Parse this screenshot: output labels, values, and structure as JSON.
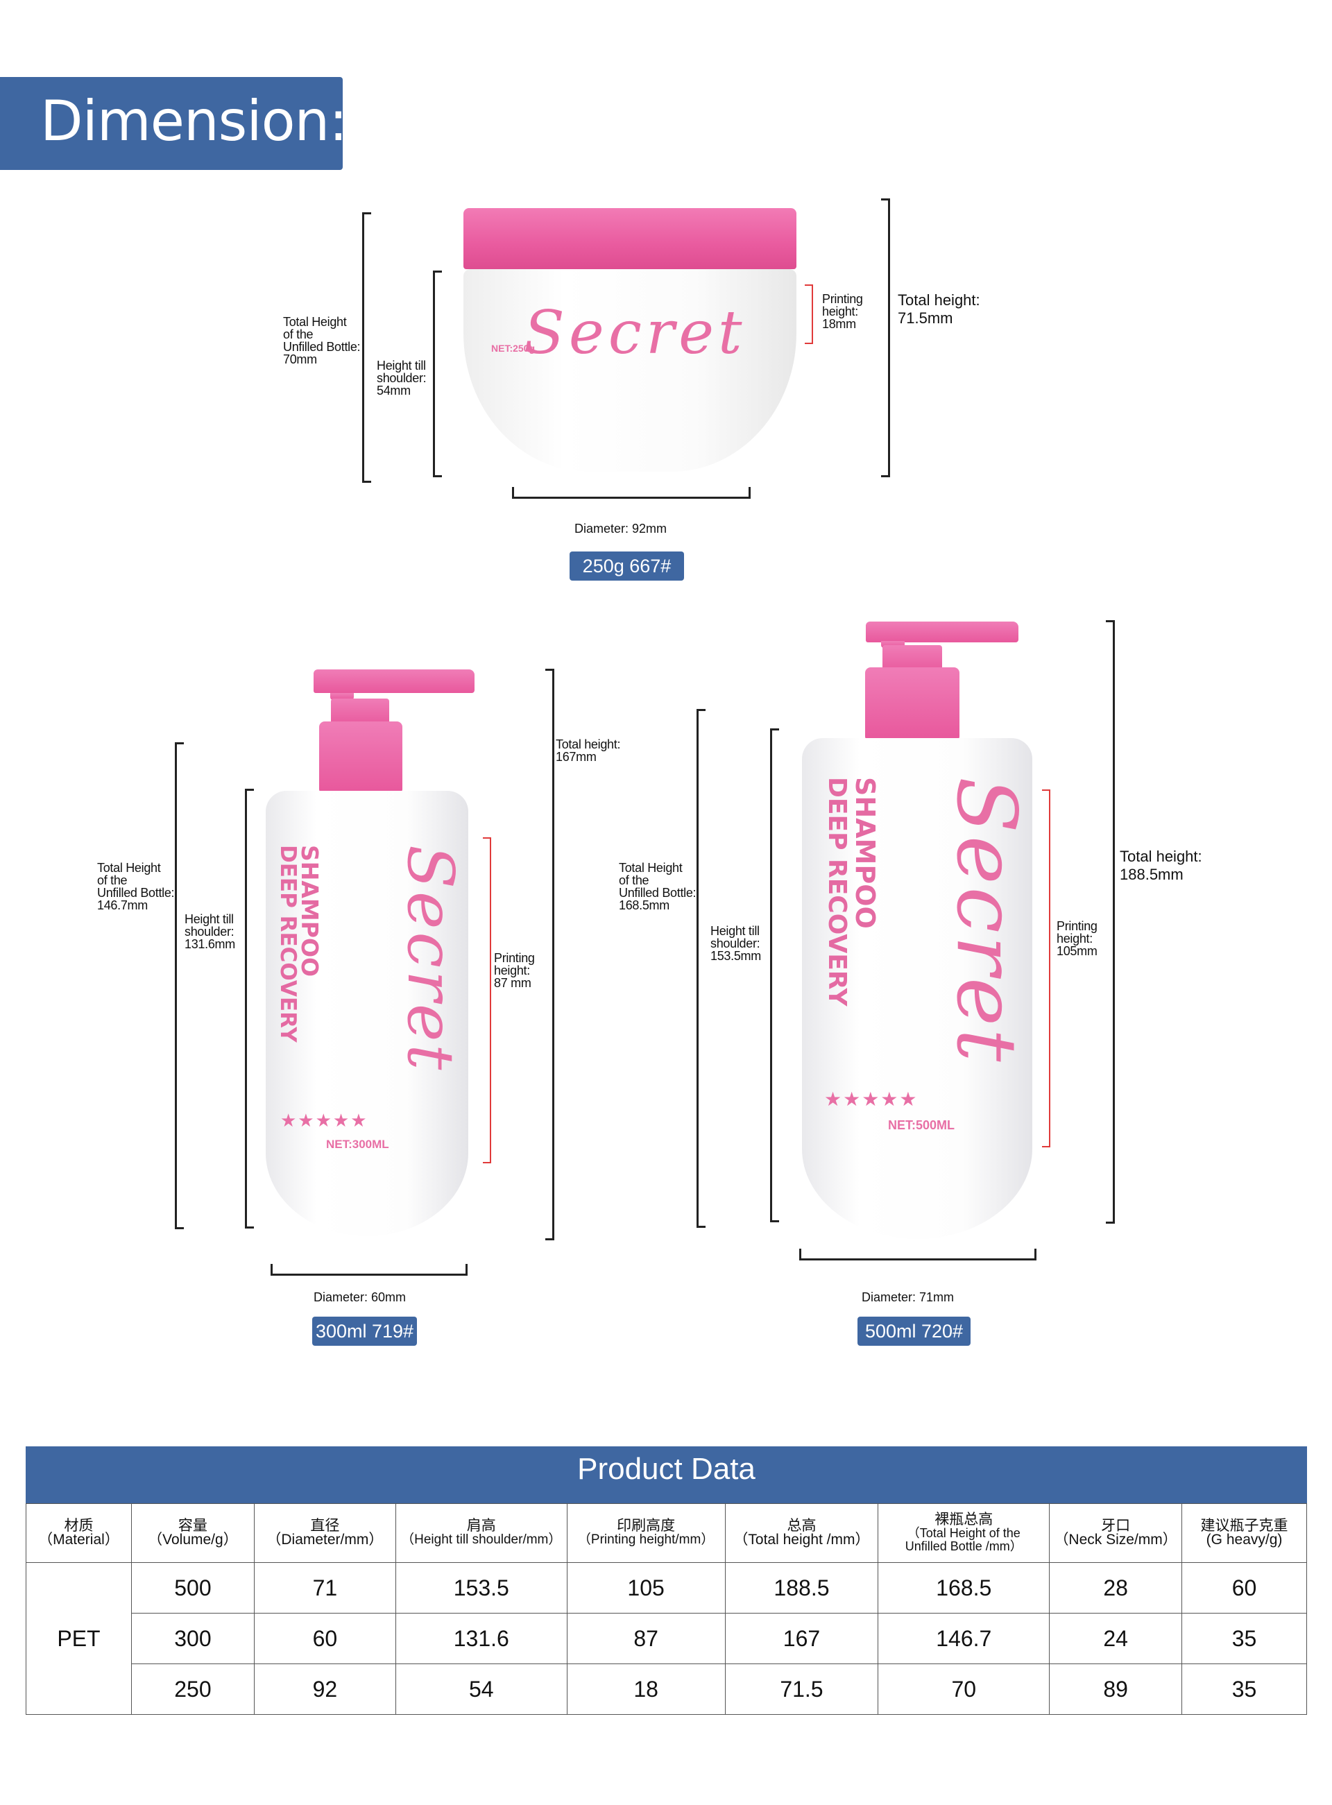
{
  "header": {
    "title": "Dimension:"
  },
  "jar": {
    "brand": "Secret",
    "net": "NET:250g",
    "total_height_unfilled": "Total Height\nof the\nUnfilled Bottle:\n70mm",
    "shoulder": "Height till\nshoulder:\n54mm",
    "printing": "Printing\nheight:\n18mm",
    "total": "Total height:\n71.5mm",
    "diameter": "Diameter: 92mm",
    "badge": "250g 667#"
  },
  "b300": {
    "brand": "Secret",
    "line1": "SHAMPOO",
    "line2": "DEEP RECOVERY",
    "stars": "★★★★★",
    "net": "NET:300ML",
    "total_height_unfilled": "Total Height\nof the\nUnfilled Bottle:\n146.7mm",
    "shoulder": "Height till\nshoulder:\n131.6mm",
    "printing": "Printing\nheight:\n87 mm",
    "total": "Total height:\n167mm",
    "diameter": "Diameter: 60mm",
    "badge": "300ml 719#"
  },
  "b500": {
    "brand": "Secret",
    "line1": "SHAMPOO",
    "line2": "DEEP RECOVERY",
    "stars": "★★★★★",
    "net": "NET:500ML",
    "total_height_unfilled": "Total Height\nof the\nUnfilled Bottle:\n168.5mm",
    "shoulder": "Height till\nshoulder:\n153.5mm",
    "printing": "Printing\nheight:\n105mm",
    "total": "Total height:\n188.5mm",
    "diameter": "Diameter: 71mm",
    "badge": "500ml 720#"
  },
  "table": {
    "title": "Product Data",
    "headers": [
      {
        "zh": "材质",
        "en": "（Material）"
      },
      {
        "zh": "容量",
        "en": "（Volume/g）"
      },
      {
        "zh": "直径",
        "en": "（Diameter/mm）"
      },
      {
        "zh": "肩高",
        "en": "（Height till shoulder/mm）"
      },
      {
        "zh": "印刷高度",
        "en": "（Printing height/mm）"
      },
      {
        "zh": "总高",
        "en": "（Total height /mm）"
      },
      {
        "zh": "裸瓶总高",
        "en": "（Total Height of the\nUnfilled Bottle /mm）"
      },
      {
        "zh": "牙口",
        "en": "（Neck Size/mm）"
      },
      {
        "zh": "建议瓶子克重",
        "en": "(G heavy/g)"
      }
    ],
    "material": "PET",
    "rows": [
      [
        "500",
        "71",
        "153.5",
        "105",
        "188.5",
        "168.5",
        "28",
        "60"
      ],
      [
        "300",
        "60",
        "131.6",
        "87",
        "167",
        "146.7",
        "24",
        "35"
      ],
      [
        "250",
        "92",
        "54",
        "18",
        "71.5",
        "70",
        "89",
        "35"
      ]
    ]
  }
}
